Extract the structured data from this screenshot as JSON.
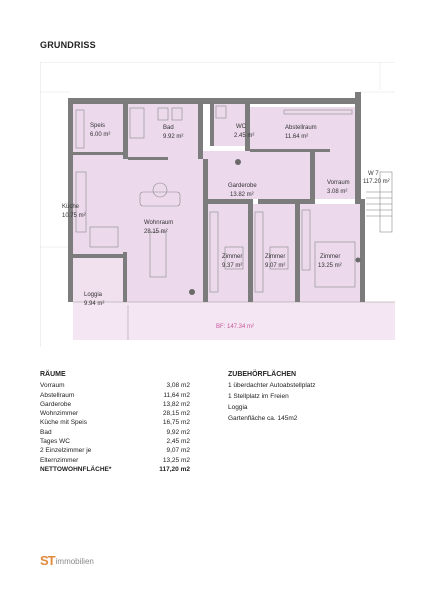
{
  "page": {
    "title": "GRUNDRISS"
  },
  "plan": {
    "labels": {
      "speis": "Speis",
      "speis_area": "6.00 m²",
      "bad": "Bad",
      "bad_area": "9.92 m²",
      "wc": "WC",
      "wc_area": "2.45 m²",
      "abstellraum": "Abstellraum",
      "abstellraum_area": "11.64 m²",
      "garderobe": "Garderobe",
      "garderobe_area": "13.82 m²",
      "vorraum": "Vorraum",
      "vorraum_area": "3.08 m²",
      "w7": "W 7",
      "w7_area": "117.20 m²",
      "kueche": "Küche",
      "kueche_area": "10.75 m²",
      "wohnraum": "Wohnraum",
      "wohnraum_area": "28.15 m²",
      "zimmer1": "Zimmer",
      "zimmer1_area": "9.37 m²",
      "zimmer2": "Zimmer",
      "zimmer2_area": "9.07 m²",
      "zimmer3": "Zimmer",
      "zimmer3_area": "13.25 m²",
      "loggia": "Loggia",
      "loggia_area": "9.94 m²",
      "bf": "BF: 147.34 m²"
    }
  },
  "rooms": {
    "heading": "RÄUME",
    "items": [
      {
        "name": "Vorraum",
        "value": "3,08 m2"
      },
      {
        "name": "Abstellraum",
        "value": "11,64 m2"
      },
      {
        "name": "Garderobe",
        "value": "13,82 m2"
      },
      {
        "name": "Wohnzimmer",
        "value": "28,15 m2"
      },
      {
        "name": "Küche mit Speis",
        "value": "16,75 m2"
      },
      {
        "name": "Bad",
        "value": "9,92 m2"
      },
      {
        "name": "Tages WC",
        "value": "2,45 m2"
      },
      {
        "name": "2 Einzelzimmer je",
        "value": "9,07 m2"
      },
      {
        "name": "Elternzimmer",
        "value": "13,25 m2"
      }
    ],
    "total": {
      "name": "NETTOWOHNFLÄCHE*",
      "value": "117,20 m2"
    }
  },
  "extras": {
    "heading": "ZUBEHÖRFLÄCHEN",
    "items": [
      "1 überdachter Autoabstellplatz",
      "1 Stellplatz im Freien",
      "Loggia",
      "Gartenfläche ca. 145m2"
    ]
  },
  "logo": {
    "mark": "ST",
    "text": "immobilien"
  },
  "colors": {
    "room_fill": "#ecd9ec",
    "wall": "#7c7c7c",
    "loggia_fill": "#f4e6f2",
    "accent": "#e08a3a"
  }
}
